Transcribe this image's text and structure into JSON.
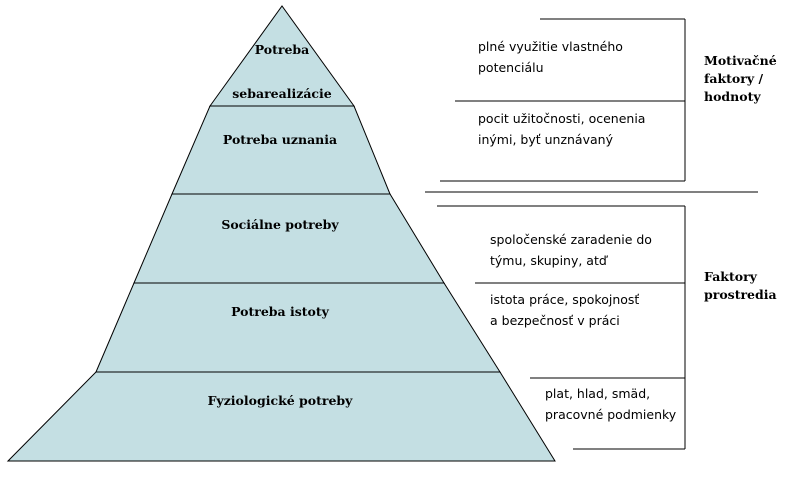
{
  "pyramid": {
    "fill": "#c4dfe3",
    "stroke": "#000000",
    "levels": [
      {
        "label_line1": "Potreba",
        "label_line2": "sebarealizácie"
      },
      {
        "label": "Potreba uznania"
      },
      {
        "label": "Sociálne potreby"
      },
      {
        "label": "Potreba istoty"
      },
      {
        "label": "Fyziologické potreby"
      }
    ]
  },
  "descriptions": {
    "self_actualization": {
      "line1": "plné využitie vlastného",
      "line2": "potenciálu"
    },
    "esteem": {
      "line1": "pocit užitočnosti, ocenenia",
      "line2": "inými, byť unznávaný"
    },
    "social": {
      "line1": "spoločenské zaradenie do",
      "line2": "týmu, skupiny, atď"
    },
    "safety": {
      "line1": "istota práce, spokojnosť",
      "line2": "a bezpečnosť v práci"
    },
    "physiological": {
      "line1": "plat, hlad, smäd,",
      "line2": "pracovné podmienky"
    }
  },
  "groups": {
    "motivators": {
      "line1": "Motivačné",
      "line2": "faktory /",
      "line3": "hodnoty"
    },
    "environment": {
      "line1": "Faktory",
      "line2": "prostredia"
    }
  }
}
